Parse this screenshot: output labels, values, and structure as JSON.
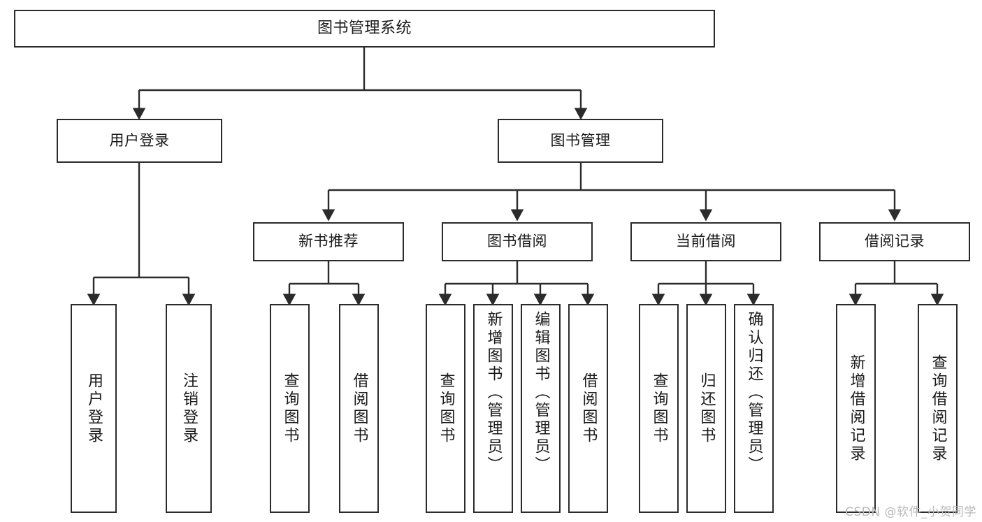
{
  "diagram": {
    "type": "hierarchy-tree",
    "title": "图书管理系统",
    "orientation": "top-down",
    "leaf_text_orientation": "vertical",
    "colors": {
      "stroke": "#2b2b2b",
      "fill": "#ffffff",
      "text": "#1a1a1a",
      "watermark": "#b9b9b9"
    }
  },
  "root": {
    "label": "图书管理系统"
  },
  "level2": [
    {
      "label": "用户登录"
    },
    {
      "label": "图书管理"
    }
  ],
  "level3": [
    {
      "label": "新书推荐"
    },
    {
      "label": "图书借阅"
    },
    {
      "label": "当前借阅"
    },
    {
      "label": "借阅记录"
    }
  ],
  "leaves": {
    "user_login": [
      {
        "label": "用户登录"
      },
      {
        "label": "注销登录"
      }
    ],
    "new_book_recommend": [
      {
        "label": "查询图书"
      },
      {
        "label": "借阅图书"
      }
    ],
    "book_borrow": [
      {
        "label": "查询图书"
      },
      {
        "label": "新增图书（管理员）"
      },
      {
        "label": "编辑图书（管理员）"
      },
      {
        "label": "借阅图书"
      }
    ],
    "current_borrow": [
      {
        "label": "查询图书"
      },
      {
        "label": "归还图书"
      },
      {
        "label": "确认归还（管理员）"
      }
    ],
    "borrow_record": [
      {
        "label": "新增借阅记录"
      },
      {
        "label": "查询借阅记录"
      }
    ]
  },
  "watermark": {
    "text": "CSDN @软件_小贺同学"
  }
}
